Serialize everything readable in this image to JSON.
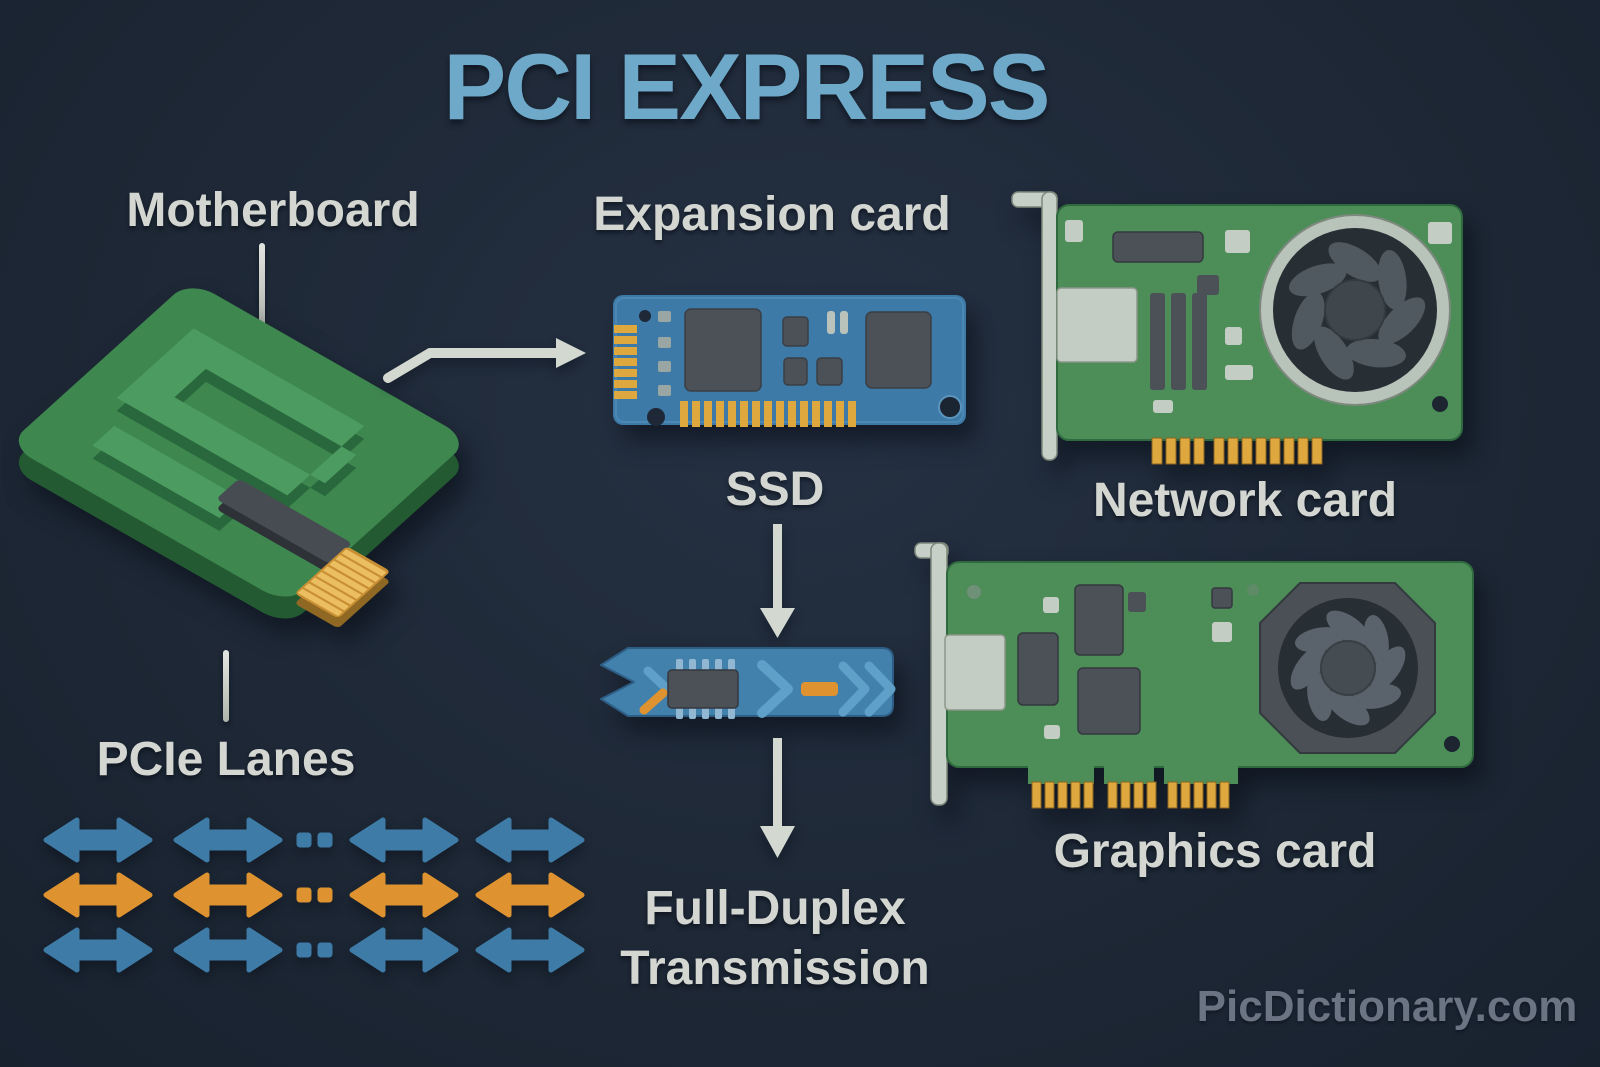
{
  "title": "PCI EXPRESS",
  "labels": {
    "motherboard": "Motherboard",
    "expansion_card": "Expansion card",
    "ssd": "SSD",
    "network_card": "Network card",
    "graphics_card": "Graphics card",
    "pcie_lanes": "PCIe Lanes",
    "full_duplex_line1": "Full-Duplex",
    "full_duplex_line2": "Transmission"
  },
  "watermark": "PicDictionary.com",
  "colors": {
    "background": "#1E2836",
    "title": "#6FA9C9",
    "label": "#D4D7D1",
    "watermark": "#6B7482",
    "lane_blue": "#3E7BA7",
    "lane_orange": "#DF9330",
    "arrow_gray": "#D3D8D1",
    "pcb_green": "#4C8D58",
    "board_green": "#3E8850",
    "card_blue": "#3D7AA8",
    "banner_blue": "#4281AC",
    "gold": "#DFA83F",
    "chip_dark": "#4B5157",
    "metal_light": "#C3CDC3",
    "fan_dark": "#272E34"
  },
  "lanes": {
    "rows": [
      "blue",
      "orange",
      "blue"
    ]
  }
}
